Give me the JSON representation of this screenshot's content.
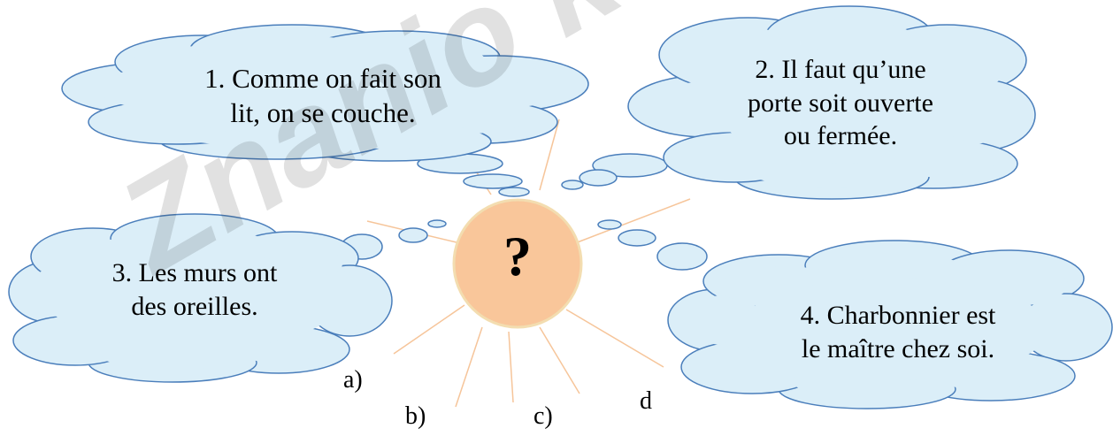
{
  "watermark": "Znanio ka.by",
  "center": {
    "symbol": "?"
  },
  "bubbles": [
    {
      "id": "1",
      "lines": [
        "1. Comme on fait son",
        "lit, on se couche."
      ]
    },
    {
      "id": "2",
      "lines": [
        "2. Il faut qu’une",
        "porte soit ouverte",
        "ou fermée."
      ]
    },
    {
      "id": "3",
      "lines": [
        "3. Les murs ont",
        "des oreilles."
      ]
    },
    {
      "id": "4",
      "lines": [
        "4. Charbonnier est",
        "le maître chez soi."
      ]
    }
  ],
  "answer_labels": [
    "a)",
    "b)",
    "c)",
    "d"
  ],
  "colors": {
    "cloud_fill": "#dbeef8",
    "cloud_stroke": "#4a7ebb",
    "sun_fill": "#f9c69a",
    "sun_stroke": "#f3ddb0",
    "ray": "#f6c59a"
  }
}
